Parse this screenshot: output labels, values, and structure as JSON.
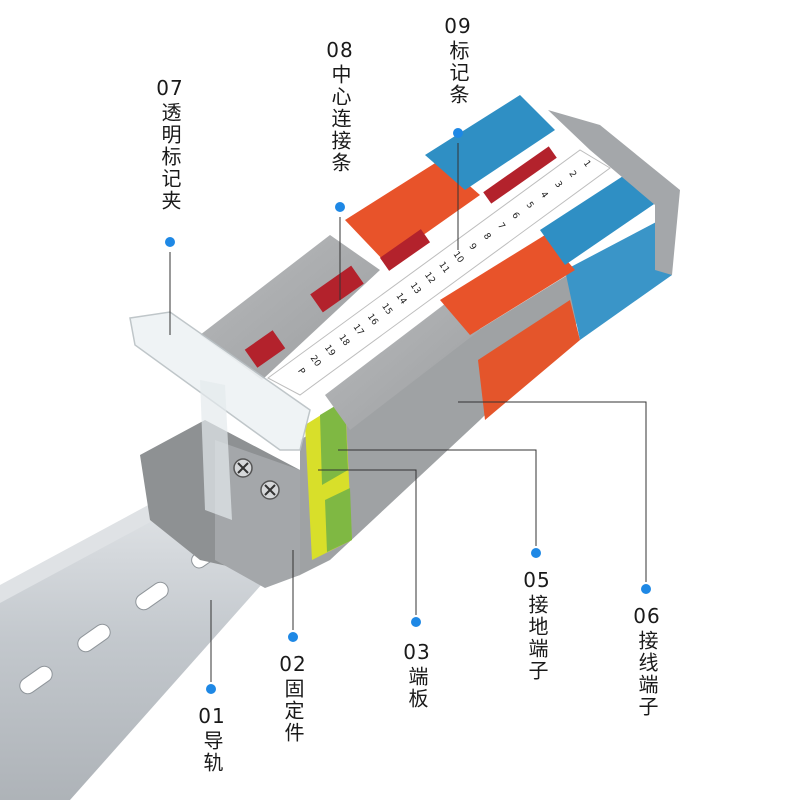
{
  "colors": {
    "accent": "#1e88e5",
    "rail": "#c9ced3",
    "gray_block": "#a7a9ab",
    "orange_block": "#e8532a",
    "blue_block": "#2f8fc4",
    "red_bridge": "#b3222c",
    "ground_yellow": "#d8df2a",
    "ground_green": "#7fb843",
    "leader": "#333333"
  },
  "marker_numbers": [
    "1",
    "2",
    "3",
    "4",
    "5",
    "6",
    "7",
    "8",
    "9",
    "10",
    "11",
    "12",
    "13",
    "14",
    "15",
    "16",
    "17",
    "18",
    "19",
    "20"
  ],
  "marker_ground": "P",
  "components": [
    {
      "id": "01",
      "num": "01",
      "text": "导轨"
    },
    {
      "id": "02",
      "num": "02",
      "text": "固定件"
    },
    {
      "id": "03",
      "num": "03",
      "text": "端板"
    },
    {
      "id": "05",
      "num": "05",
      "text": "接地端子"
    },
    {
      "id": "06",
      "num": "06",
      "text": "接线端子"
    },
    {
      "id": "07",
      "num": "07",
      "text": "透明标记夹"
    },
    {
      "id": "08",
      "num": "08",
      "text": "中心连接条"
    },
    {
      "id": "09",
      "num": "09",
      "text": "标记条"
    }
  ]
}
